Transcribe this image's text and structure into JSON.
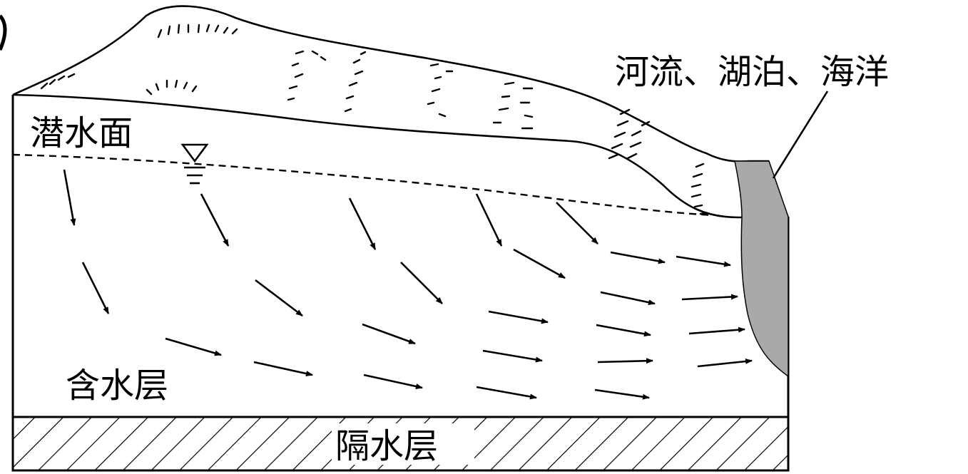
{
  "labels": {
    "water_table": "潜水面",
    "water_body": "河流、湖泊、海洋",
    "aquifer": "含水层",
    "aquiclude": "隔水层"
  },
  "colors": {
    "ink": "#000000",
    "water_body_fill": "#a9a9a9",
    "background": "#ffffff"
  },
  "icons": {
    "water_table_marker": "inverted-triangle-icon"
  }
}
